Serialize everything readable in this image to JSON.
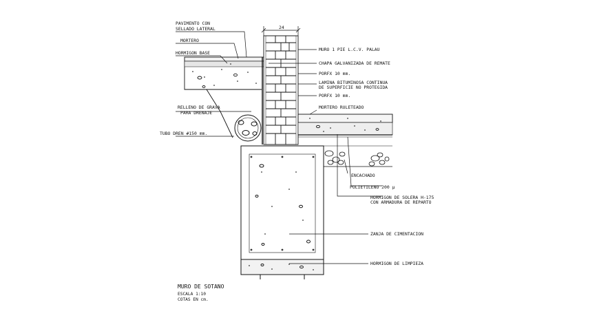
{
  "drawing": {
    "title": "MURO DE SOTANO",
    "scale": "ESCALA 1:10",
    "units": "COTAS EN cm.",
    "dimension": "24"
  },
  "labels": {
    "pavimento_1": "PAVIMENTO CON",
    "pavimento_2": "SELLADO LATERAL",
    "mortero": "MORTERO",
    "hormigon_base": "HORMIGON BASE",
    "relleno_1": "RELLENO DE GRAVA",
    "relleno_2": "PARA DRENAJE",
    "tubo_dren": "TUBO DREN #150 mm.",
    "muro": "MURO 1 PIE L.C.V. PALAU",
    "chapa": "CHAPA GALVANIZADA DE REMATE",
    "porex_1": "PORFX 10 mm.",
    "lamina_1": "LAMINA BITUMINOSA CONTINUA",
    "lamina_2": "DE SUPERFICIE NO PROTEGIDA",
    "porex_2": "PORFX 10 mm.",
    "mortero_ruleteado": "MORTERO RULETEADO",
    "encachado": "ENCACHADO",
    "polietileno": "POLIETILENO 200 μ",
    "solera_1": "HORMIGON DE SOLERA H-175",
    "solera_2": "CON ARMADURA DE REPARTO",
    "zanja": "ZANJA DE CIMENTACION",
    "limpieza": "HORMIGON DE LIMPIEZA"
  }
}
